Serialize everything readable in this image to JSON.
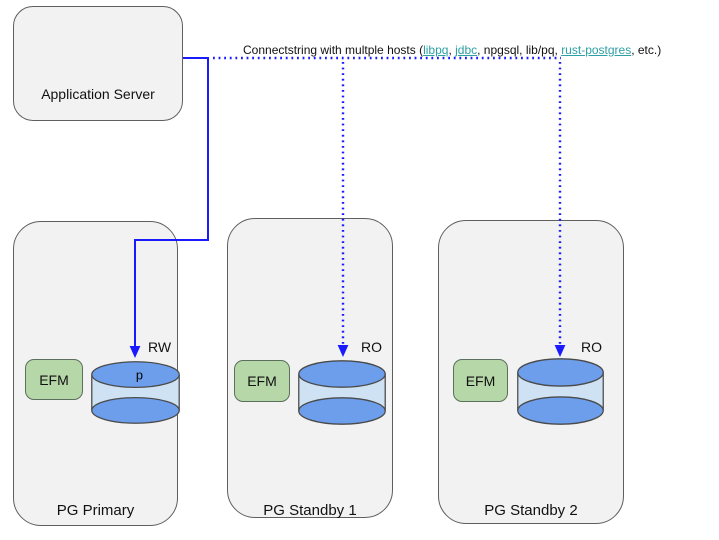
{
  "colors": {
    "blue": "#1a1aff",
    "teal": "#2d9fa5",
    "node_fill": "#f2f2f2",
    "node_border": "#5f5f5f",
    "efm_fill": "#b6d7a8",
    "efm_border": "#5c6f5c",
    "cyl_cap": "#6d9eeb",
    "cyl_body": "#cfe2f3",
    "cyl_border": "#4a4a4a"
  },
  "app_server": {
    "label": "Application Server"
  },
  "connect_note": {
    "segments": [
      {
        "text": "Connectstring with multple hosts (",
        "link": false
      },
      {
        "text": "libpq",
        "link": true
      },
      {
        "text": ", ",
        "link": false
      },
      {
        "text": "jdbc",
        "link": true
      },
      {
        "text": ", npgsql, lib/pq, ",
        "link": false
      },
      {
        "text": "rust-postgres",
        "link": true
      },
      {
        "text": ", etc.)",
        "link": false
      }
    ]
  },
  "nodes": [
    {
      "id": "pg-primary",
      "label": "PG Primary",
      "efm_label": "EFM",
      "access_label": "RW",
      "db_letter": "p"
    },
    {
      "id": "pg-standby-1",
      "label": "PG Standby 1",
      "efm_label": "EFM",
      "access_label": "RO",
      "db_letter": ""
    },
    {
      "id": "pg-standby-2",
      "label": "PG Standby 2",
      "efm_label": "EFM",
      "access_label": "RO",
      "db_letter": ""
    }
  ]
}
